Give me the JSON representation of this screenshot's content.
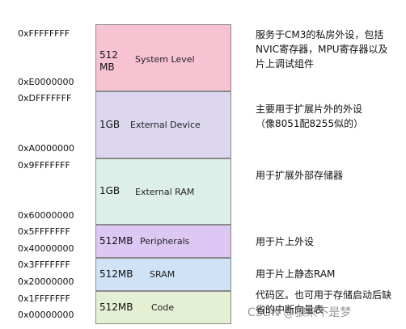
{
  "addresses": [
    "0xFFFFFFFF",
    "0xE0000000",
    "0xDFFFFFFF",
    "0xA0000000",
    "0x9FFFFFFF",
    "0x60000000",
    "0x5FFFFFFF",
    "0x40000000",
    "0x3FFFFFFF",
    "0x20000000",
    "0x1FFFFFFF",
    "0x00000000"
  ],
  "regions": [
    {
      "size": "512 MB",
      "name": "System Level",
      "color": "#f7c3d3",
      "note": "服务于CM3的私房外设，包括NVIC寄存器，MPU寄存器以及片上调试组件"
    },
    {
      "size": "1GB",
      "name": "External Device",
      "color": "#dcd6ee",
      "note": "主要用于扩展片外的外设（像8051配8255似的）"
    },
    {
      "size": "1GB",
      "name": "External RAM",
      "color": "#dcf0e9",
      "note": "用于扩展外部存储器"
    },
    {
      "size": "512MB",
      "name": "Peripherals",
      "color": "#dcc8f3",
      "note": "用于片上外设"
    },
    {
      "size": "512MB",
      "name": "SRAM",
      "color": "#cfe2f6",
      "note": "用于片上静态RAM"
    },
    {
      "size": "512MB",
      "name": "Code",
      "color": "#e4efd3",
      "note": "代码区。也可用于存储启动后缺省的中断向量表"
    }
  ],
  "watermark": "CSDN @狼来不是梦"
}
